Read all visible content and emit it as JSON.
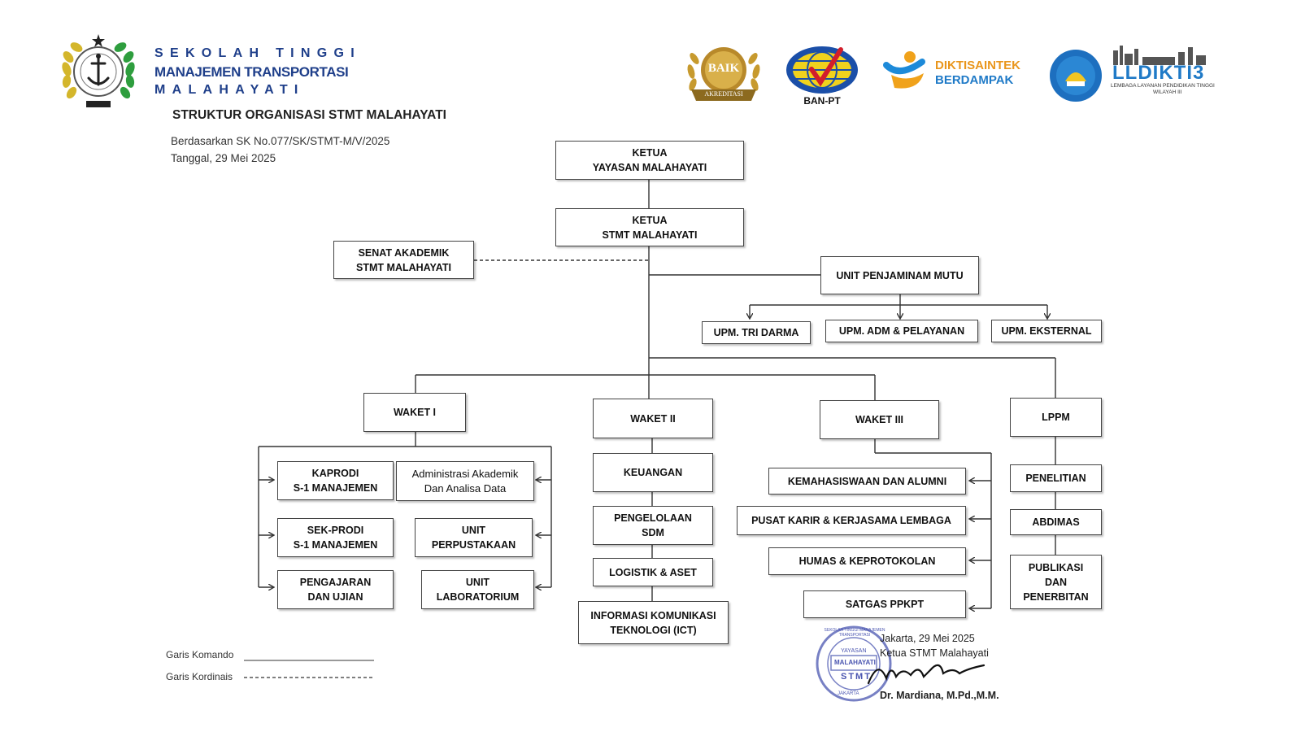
{
  "header": {
    "school_line1": "SEKOLAH TINGGI",
    "school_line2": "MANAJEMEN TRANSPORTASI",
    "school_line3": "MALAHAYATI",
    "title": "STRUKTUR ORGANISASI STMT MALAHAYATI",
    "decree": "Berdasarkan SK No.077/SK/STMT-M/V/2025",
    "date": "Tanggal, 29 Mei 2025"
  },
  "logos": {
    "accreditation_main": "BAIK",
    "accreditation_sub": "AKREDITASI",
    "banpt": "BAN-PT",
    "diktisaintek_line1": "DIKTISAINTEK",
    "diktisaintek_line2": "BERDAMPAK",
    "lldikti_title": "LLDIKTI3",
    "lldikti_sub1": "LEMBAGA LAYANAN PENDIDIKAN TINGGI",
    "lldikti_sub2": "WILAYAH III"
  },
  "nodes": {
    "ketua_yayasan": [
      "KETUA",
      "YAYASAN MALAHAYATI"
    ],
    "ketua_stmt": [
      "KETUA",
      "STMT MALAHAYATI"
    ],
    "senat": [
      "SENAT AKADEMIK",
      "STMT MALAHAYATI"
    ],
    "upm": [
      "UNIT PENJAMINAM MUTU"
    ],
    "upm_tri": [
      "UPM. TRI DARMA"
    ],
    "upm_adm": [
      "UPM. ADM & PELAYANAN"
    ],
    "upm_eks": [
      "UPM. EKSTERNAL"
    ],
    "waket1": [
      "WAKET I"
    ],
    "waket2": [
      "WAKET II"
    ],
    "waket3": [
      "WAKET III"
    ],
    "lppm": [
      "LPPM"
    ],
    "kaprodi": [
      "KAPRODI",
      "S-1 MANAJEMEN"
    ],
    "admin_akademik": [
      "Administrasi Akademik",
      "Dan Analisa Data"
    ],
    "sekprodi": [
      "SEK-PRODI",
      "S-1 MANAJEMEN"
    ],
    "perpustakaan": [
      "UNIT",
      "PERPUSTAKAAN"
    ],
    "pengajaran": [
      "PENGAJARAN",
      "DAN UJIAN"
    ],
    "laboratorium": [
      "UNIT",
      "LABORATORIUM"
    ],
    "keuangan": [
      "KEUANGAN"
    ],
    "sdm": [
      "PENGELOLAAN",
      "SDM"
    ],
    "logistik": [
      "LOGISTIK & ASET"
    ],
    "ict": [
      "INFORMASI KOMUNIKASI",
      "TEKNOLOGI (ICT)"
    ],
    "kemahasiswaan": [
      "KEMAHASISWAAN DAN ALUMNI"
    ],
    "karir": [
      "PUSAT KARIR & KERJASAMA LEMBAGA"
    ],
    "humas": [
      "HUMAS & KEPROTOKOLAN"
    ],
    "satgas": [
      "SATGAS PPKPT"
    ],
    "penelitian": [
      "PENELITIAN"
    ],
    "abdimas": [
      "ABDIMAS"
    ],
    "publikasi": [
      "PUBLIKASI",
      "DAN",
      "PENERBITAN"
    ]
  },
  "legend": {
    "komando": "Garis Komando",
    "kordinasi": "Garis Kordinais"
  },
  "signature": {
    "place_date": "Jakarta, 29 Mei 2025",
    "position": "Ketua STMT Malahayati",
    "name": "Dr. Mardiana, M.Pd.,M.M.",
    "stamp_outer": "SEKOLAH TINGGI MANAJEMEN TRANSPORTASI",
    "stamp_inner1": "YAYASAN",
    "stamp_inner2": "MALAHAYATI",
    "stamp_inner3": "STMT",
    "stamp_bottom": "JAKARTA"
  },
  "colors": {
    "brand_blue": "#1f3f8a",
    "line": "#333333",
    "gold": "#c79a2e",
    "stamp": "#4a55b0"
  }
}
